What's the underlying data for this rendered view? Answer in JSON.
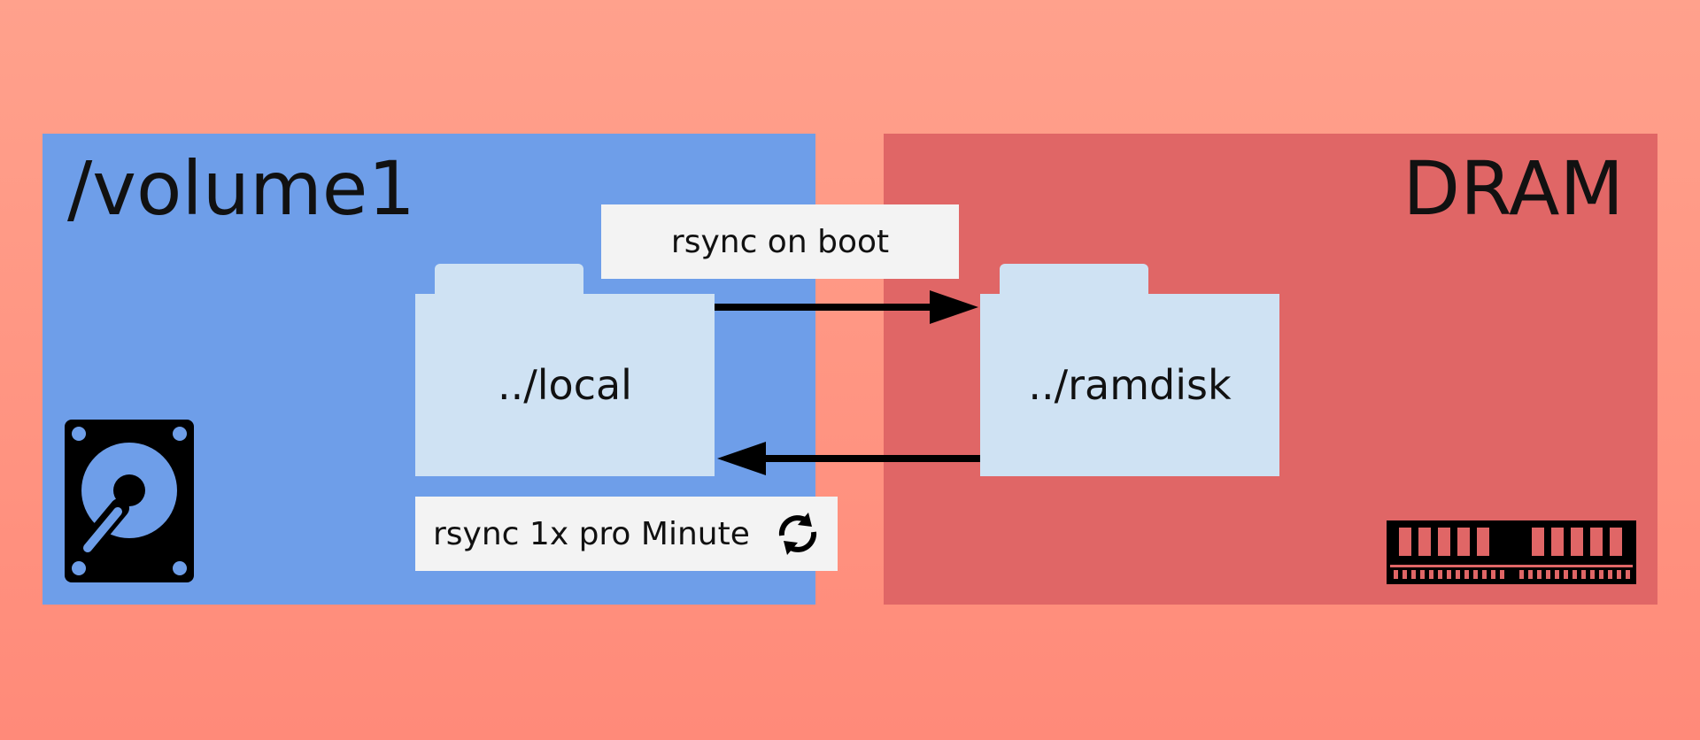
{
  "left_panel": {
    "title": "/volume1",
    "color": "#6e9ee9",
    "icon": "hard-drive-icon"
  },
  "right_panel": {
    "title": "DRAM",
    "color": "#e06666",
    "icon": "ram-module-icon"
  },
  "folders": {
    "local": {
      "label": "../local",
      "icon": "folder-icon"
    },
    "ramdisk": {
      "label": "../ramdisk",
      "icon": "folder-icon"
    }
  },
  "sync": {
    "boot_label": "rsync on boot",
    "minute_label": "rsync 1x pro Minute",
    "minute_icon": "sync-icon"
  },
  "arrows": [
    {
      "from": "../local",
      "to": "../ramdisk"
    },
    {
      "from": "../ramdisk",
      "to": "../local"
    }
  ],
  "colors": {
    "background": "#ff9580",
    "folder": "#cfe2f3",
    "label_box": "#f3f3f3",
    "arrow": "#000000"
  }
}
